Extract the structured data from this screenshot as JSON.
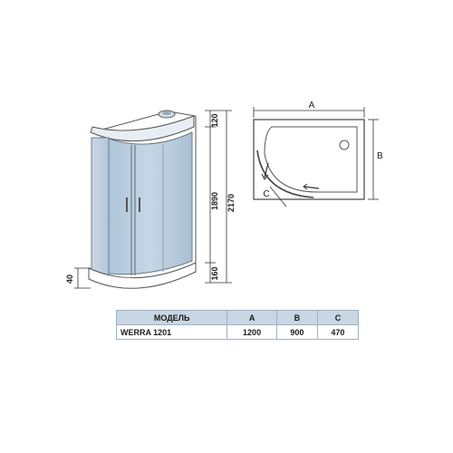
{
  "drawing": {
    "height_total": "2170",
    "height_cabin": "1890",
    "height_top": "120",
    "height_tray": "160",
    "height_base": "40",
    "plan_label_a": "A",
    "plan_label_b": "B",
    "plan_label_c": "C"
  },
  "colors": {
    "glass": "#b9cde0",
    "frame": "#7d8c99",
    "tray": "#ffffff"
  },
  "table": {
    "headers": [
      "МОДЕЛЬ",
      "A",
      "B",
      "C"
    ],
    "rows": [
      [
        "WERRA 1201",
        "1200",
        "900",
        "470"
      ]
    ]
  }
}
